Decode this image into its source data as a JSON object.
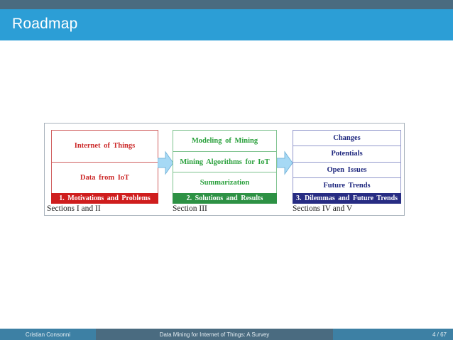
{
  "header": {
    "title": "Roadmap"
  },
  "diagram": {
    "columns": [
      {
        "cells": [
          "Internet of Things",
          "Data from IoT"
        ],
        "bar": "1. Motivations and Problems",
        "section": "Sections I and II",
        "color": "#cf1d1d"
      },
      {
        "cells": [
          "Modeling of Mining",
          "Mining Algorithms for IoT",
          "Summarization"
        ],
        "bar": "2. Solutions and Results",
        "section": "Section III",
        "color": "#2d9144"
      },
      {
        "cells": [
          "Changes",
          "Potentials",
          "Open Issues",
          "Future Trends"
        ],
        "bar": "3. Dilemmas and Future Trends",
        "section": "Sections IV and V",
        "color": "#272c83"
      }
    ],
    "arrow_icon": "right-block-arrow"
  },
  "footer": {
    "author": "Cristian Consonni",
    "doc_title": "Data Mining for Internet of Things: A Survey",
    "page": "4 / 67"
  },
  "colors": {
    "top_strip": "#4a6b80",
    "header_bar": "#2c9ed6",
    "footer_accent": "#3d80a4",
    "footer_middle": "#4a6b80",
    "frame_border": "#a9b3bc",
    "arrow_fill": "#a6d9f5",
    "arrow_stroke": "#79b7db"
  }
}
